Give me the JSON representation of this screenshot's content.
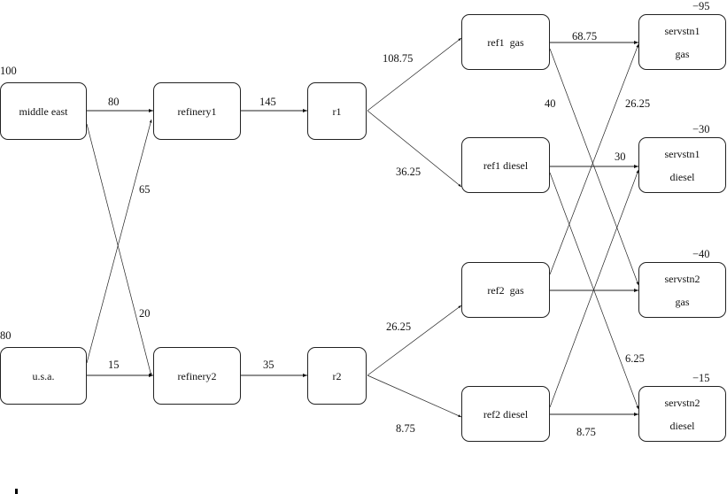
{
  "nodes": {
    "middle_east": {
      "label": [
        "middle east"
      ],
      "supply": "100"
    },
    "usa": {
      "label": [
        "u.s.a."
      ],
      "supply": "80"
    },
    "refinery1": {
      "label": [
        "refinery1"
      ]
    },
    "refinery2": {
      "label": [
        "refinery2"
      ]
    },
    "r1": {
      "label": [
        "r1"
      ]
    },
    "r2": {
      "label": [
        "r2"
      ]
    },
    "ref1_gas": {
      "label": [
        "ref1  gas"
      ]
    },
    "ref1_diesel": {
      "label": [
        "ref1 diesel"
      ]
    },
    "ref2_gas": {
      "label": [
        "ref2  gas"
      ]
    },
    "ref2_diesel": {
      "label": [
        "ref2 diesel"
      ]
    },
    "s1_gas": {
      "label": [
        "servstn1",
        "gas"
      ],
      "supply": "−95"
    },
    "s1_diesel": {
      "label": [
        "servstn1",
        "diesel"
      ],
      "supply": "−30"
    },
    "s2_gas": {
      "label": [
        "servstn2",
        "gas"
      ],
      "supply": "−40"
    },
    "s2_diesel": {
      "label": [
        "servstn2",
        "diesel"
      ],
      "supply": "−15"
    }
  },
  "edges": [
    {
      "from": "middle_east",
      "to": "refinery1",
      "flow": "80"
    },
    {
      "from": "middle_east",
      "to": "refinery2",
      "flow": "20"
    },
    {
      "from": "usa",
      "to": "refinery1",
      "flow": "65"
    },
    {
      "from": "usa",
      "to": "refinery2",
      "flow": "15"
    },
    {
      "from": "refinery1",
      "to": "r1",
      "flow": "145"
    },
    {
      "from": "refinery2",
      "to": "r2",
      "flow": "35"
    },
    {
      "from": "r1",
      "to": "ref1_gas",
      "flow": "108.75"
    },
    {
      "from": "r1",
      "to": "ref1_diesel",
      "flow": "36.25"
    },
    {
      "from": "r2",
      "to": "ref2_gas",
      "flow": "26.25"
    },
    {
      "from": "r2",
      "to": "ref2_diesel",
      "flow": "8.75"
    },
    {
      "from": "ref1_gas",
      "to": "s1_gas",
      "flow": "68.75"
    },
    {
      "from": "ref1_gas",
      "to": "s2_gas",
      "flow": "40"
    },
    {
      "from": "ref1_diesel",
      "to": "s1_diesel",
      "flow": "30"
    },
    {
      "from": "ref1_diesel",
      "to": "s2_diesel",
      "flow": "6.25"
    },
    {
      "from": "ref2_gas",
      "to": "s1_gas",
      "flow": "26.25"
    },
    {
      "from": "ref2_gas",
      "to": "s2_gas",
      "flow": ""
    },
    {
      "from": "ref2_diesel",
      "to": "s1_diesel",
      "flow": ""
    },
    {
      "from": "ref2_diesel",
      "to": "s2_diesel",
      "flow": "8.75"
    }
  ]
}
